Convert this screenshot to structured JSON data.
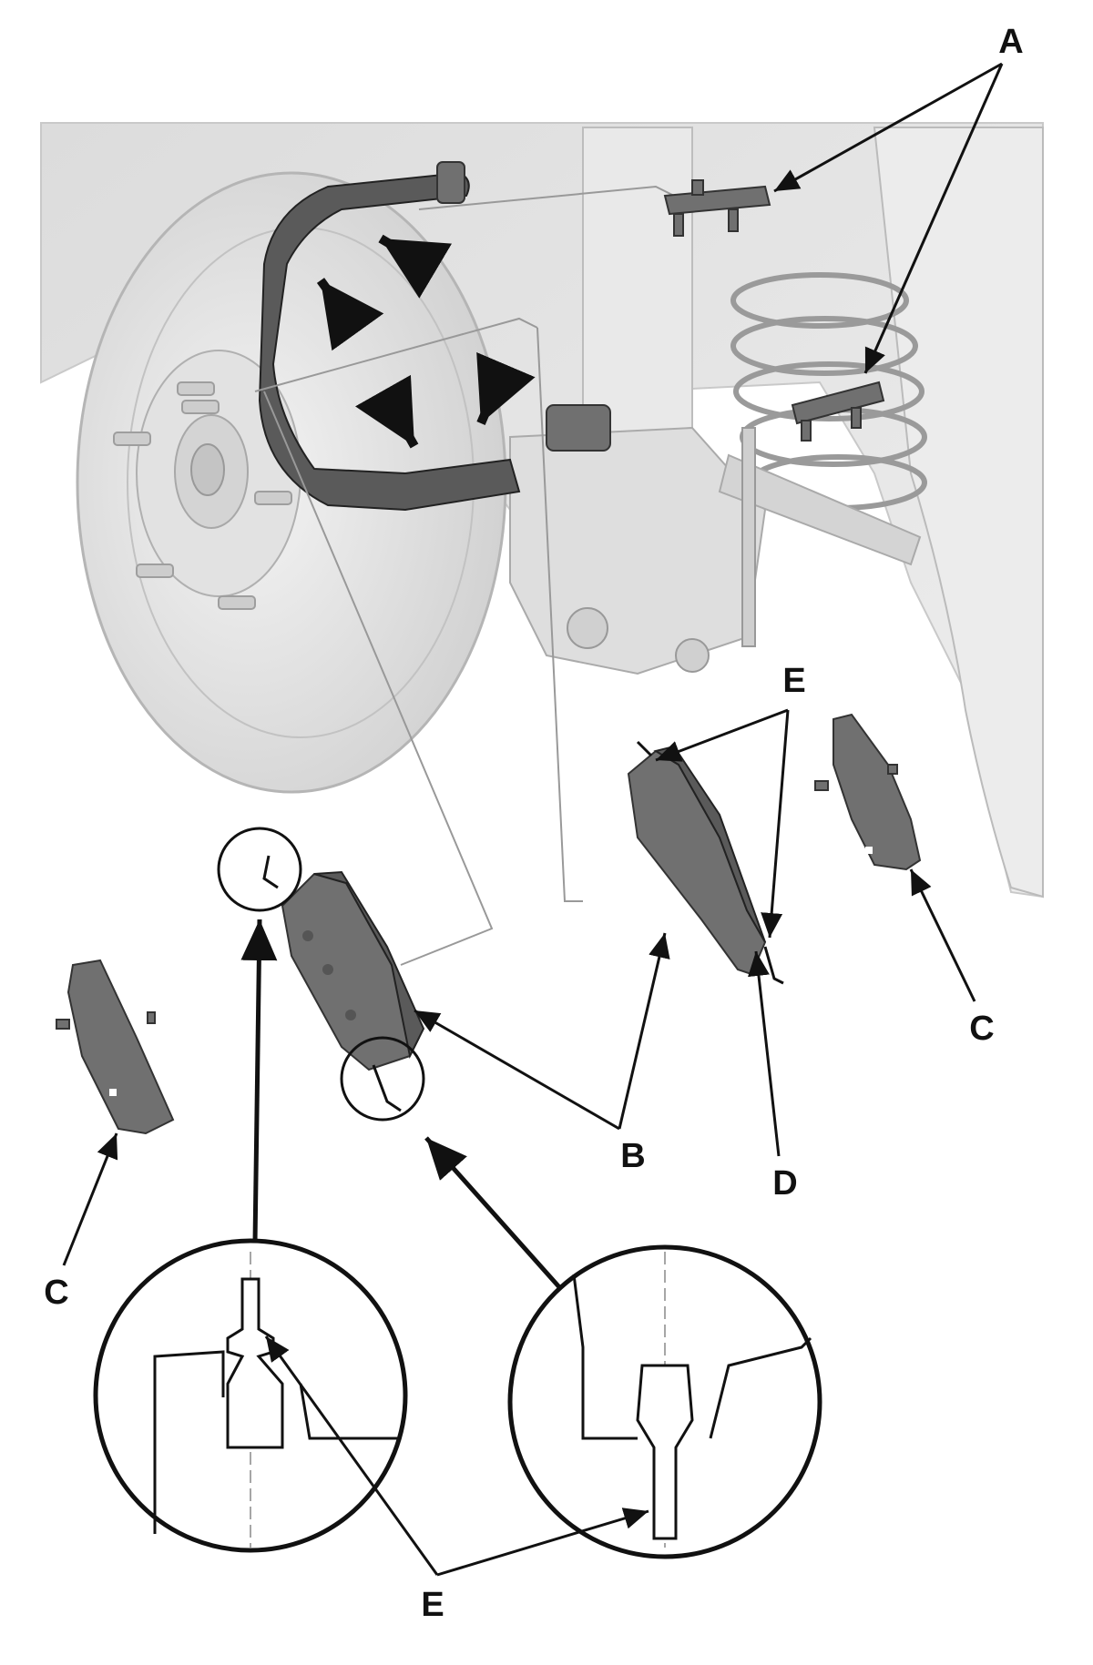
{
  "labels": {
    "A": "A",
    "B": "B",
    "C_right": "C",
    "C_left": "C",
    "D": "D",
    "E_top": "E",
    "E_bottom": "E"
  },
  "colors": {
    "background": "#ffffff",
    "ink": "#111111",
    "part_gray": "#707070",
    "chassis_light": "#e6e6e6"
  }
}
